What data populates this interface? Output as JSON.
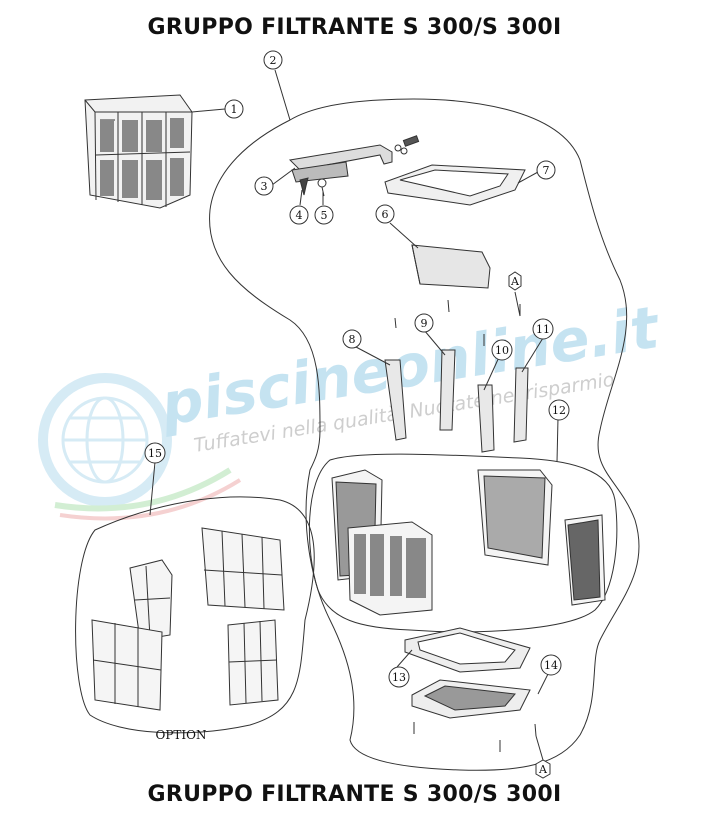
{
  "title_top": "GRUPPO FILTRANTE S 300/S 300I",
  "title_bottom": "GRUPPO FILTRANTE S 300/S 300I",
  "option_label": "OPTION",
  "watermark": {
    "brand": "piscineonline.it",
    "tagline": "Tuffatevi nella qualità. Nuotate nel risparmio"
  },
  "callouts": [
    "1",
    "2",
    "3",
    "4",
    "5",
    "6",
    "7",
    "8",
    "9",
    "10",
    "11",
    "12",
    "13",
    "14",
    "15"
  ],
  "marker_label": "A",
  "colors": {
    "line": "#333333",
    "watermark_blue": "#bfe0f0",
    "watermark_gray": "#c9c9c9"
  }
}
